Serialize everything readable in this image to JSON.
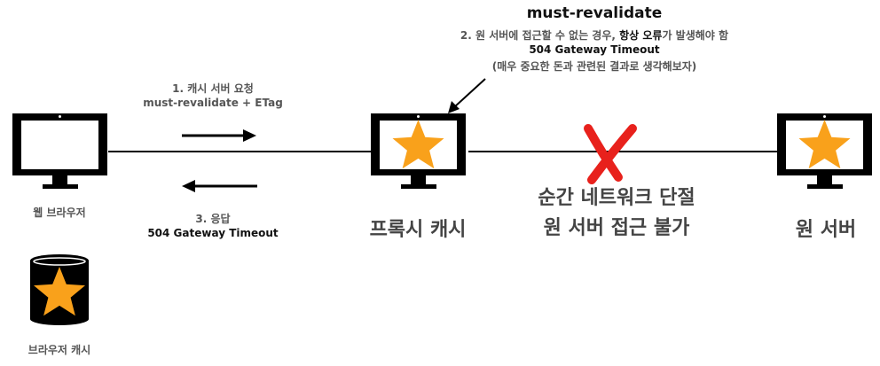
{
  "title": "must-revalidate",
  "note": {
    "line1_before": "2. 원 서버에 접근할 수 없는 경우, ",
    "line1_bold": "항상 오류",
    "line1_after": "가 발생해야 함",
    "line2": "504 Gateway Timeout",
    "line3": "(매우 중요한 돈과 관련된 결과로 생각해보자)"
  },
  "request": {
    "line1": "1. 캐시 서버 요청",
    "line2": "must-revalidate + ETag"
  },
  "response": {
    "line1": "3. 응답",
    "line2": "504 Gateway Timeout"
  },
  "nodes": {
    "browser": "웹 브라우저",
    "browser_cache": "브라우저 캐시",
    "proxy": "프록시 캐시",
    "origin": "원 서버"
  },
  "failure": {
    "line1": "순간 네트워크 단절",
    "line2": "원 서버 접근 불가"
  },
  "colors": {
    "star": "#F9A11B",
    "cross": "#E8211C",
    "monitor": "#000000"
  }
}
